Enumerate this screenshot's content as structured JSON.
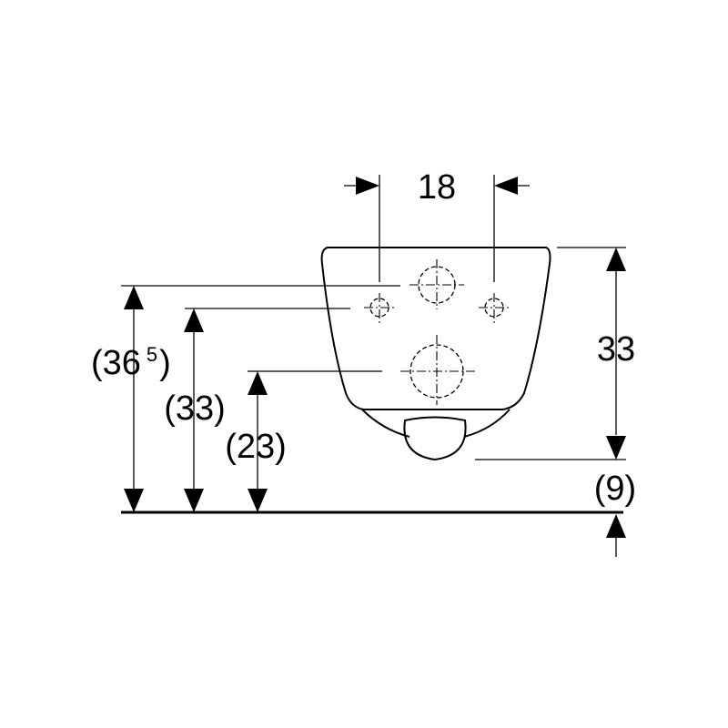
{
  "dimensions": {
    "spacing_top": "18",
    "height_right": "33",
    "offset_right": "(9)",
    "height_left_outer": "(36",
    "height_left_outer_sup": "5",
    "height_left_outer_close": ")",
    "height_left_middle": "(33)",
    "height_left_inner": "(23)"
  }
}
